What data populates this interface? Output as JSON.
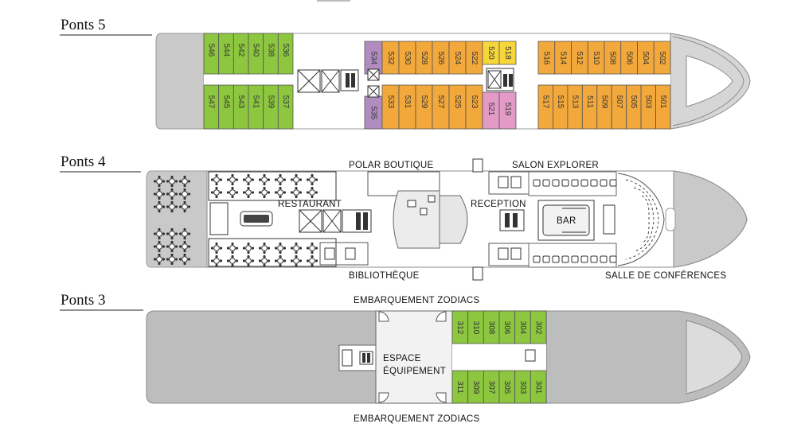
{
  "decks": {
    "d5": {
      "title": "Ponts 5"
    },
    "d4": {
      "title": "Ponts 4",
      "labels": {
        "polar_boutique": "POLAR BOUTIQUE",
        "salon_explorer": "SALON EXPLORER",
        "restaurant": "RESTAURANT",
        "reception": "RECEPTION",
        "bar": "BAR",
        "bibliotheque": "BIBLIOTHÈQUE",
        "salle_conferences": "SALLE DE CONFÉRENCES"
      }
    },
    "d3": {
      "title": "Ponts 3",
      "labels": {
        "embark_top": "EMBARQUEMENT ZODIACS",
        "espace_line1": "ESPACE",
        "espace_line2": "ÉQUIPEMENT",
        "embark_bottom": "EMBARQUEMENT ZODIACS"
      }
    }
  },
  "colors": {
    "green": "#8dc63f",
    "orange": "#f2a83b",
    "yellow": "#f7d63b",
    "purple": "#b08cc0",
    "pink": "#e39ac6",
    "hull": "#b9b9b9",
    "bow": "#d4d4d4",
    "deck": "#ffffff",
    "service": "#e9e9e9"
  },
  "cabins": {
    "d5_top_green": [
      "546",
      "544",
      "542",
      "540",
      "538",
      "536"
    ],
    "d5_bottom_green": [
      "547",
      "545",
      "543",
      "541",
      "539",
      "537"
    ],
    "d5_top_purple": [
      "534"
    ],
    "d5_bottom_purple": [
      "535"
    ],
    "d5_top_orange_a": [
      "532",
      "530",
      "528",
      "526",
      "524",
      "522"
    ],
    "d5_bottom_orange_a": [
      "533",
      "531",
      "529",
      "527",
      "525",
      "523"
    ],
    "d5_top_yellow": [
      "520",
      "518"
    ],
    "d5_bottom_pink": [
      "521",
      "519"
    ],
    "d5_top_orange_b": [
      "516",
      "514",
      "512",
      "510",
      "508",
      "506",
      "504",
      "502"
    ],
    "d5_bottom_orange_b": [
      "517",
      "515",
      "513",
      "511",
      "509",
      "507",
      "505",
      "503",
      "501"
    ],
    "d3_top_green": [
      "312",
      "310",
      "308",
      "306",
      "304",
      "302"
    ],
    "d3_bottom_green": [
      "311",
      "309",
      "307",
      "305",
      "303",
      "301"
    ]
  }
}
